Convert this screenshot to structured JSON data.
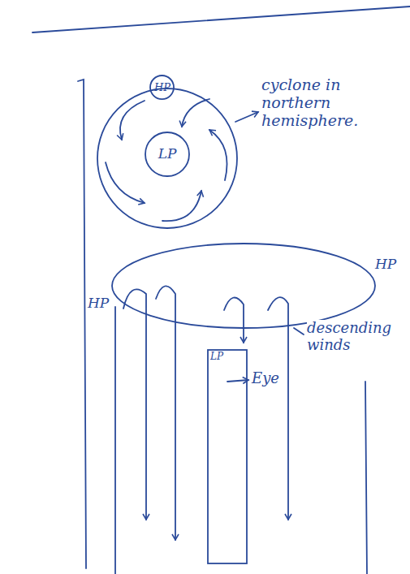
{
  "diagram": {
    "nodes": [
      {
        "text": [
          "HP"
        ]
      },
      {
        "text": [
          "LP"
        ]
      },
      {
        "text": [
          "LP"
        ]
      }
    ],
    "labels": [
      "cyclone in northern hemisphere.",
      "HP",
      "HP",
      "descending winds",
      "Eye"
    ]
  }
}
